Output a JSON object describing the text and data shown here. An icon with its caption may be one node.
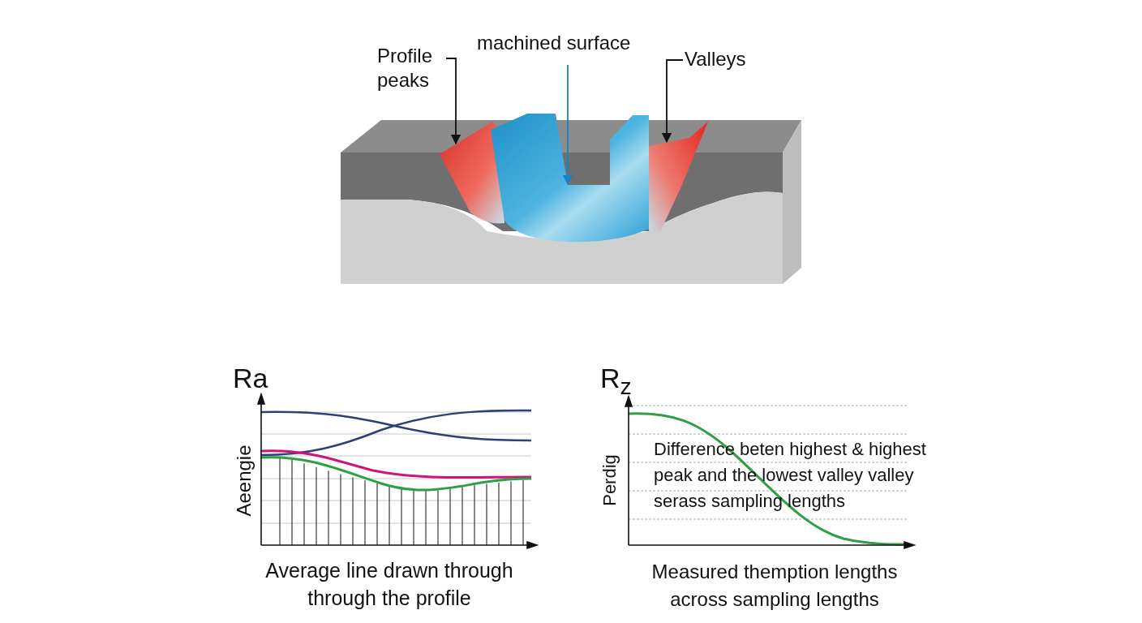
{
  "diagram": {
    "nodes": [
      {
        "text": [
          "Profile peaks"
        ]
      },
      {
        "text": [],
        "shape": "picture"
      },
      {
        "text": [
          "machined surface"
        ]
      },
      {
        "text": [],
        "shape": "picture"
      },
      {
        "text": [
          "Valleys"
        ]
      },
      {
        "text": [],
        "shape": "picture"
      }
    ],
    "edges": [
      {
        "from": 0,
        "to": 1,
        "arrow": "to"
      },
      {
        "from": 2,
        "to": 3,
        "arrow": "to",
        "color": "#1b7fc1"
      },
      {
        "from": 4,
        "to": 5,
        "arrow": "to"
      }
    ],
    "labels": [
      "Ra",
      "Aeengie",
      "Average line drawn through through the profile",
      "R$_{z}$",
      "Perdig",
      "Difference beten highest & highest peak and the lowest valley valley serass sampling lengths",
      "Measured themption lengths across sampling lengths"
    ]
  }
}
